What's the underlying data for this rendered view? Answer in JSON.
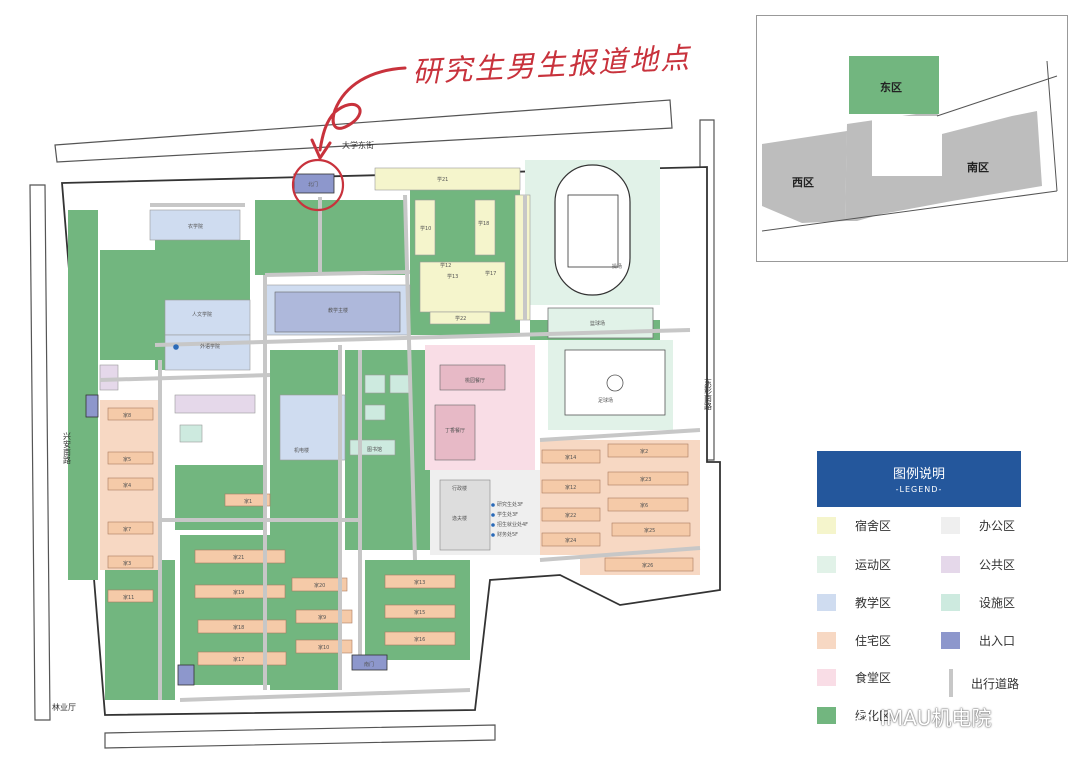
{
  "annotation": {
    "text": "研究生男生报道地点"
  },
  "streets": {
    "north": "大学东街",
    "west": "兴安南路",
    "east": "东影南路",
    "southwest": "林业厅"
  },
  "map_labels": {
    "north_gate": "北门",
    "south_gate": "南门",
    "student_dorm": "学21",
    "dorm_2": "学10",
    "dorm_3": "学12",
    "dorm_4": "学13",
    "dorm_5": "学17",
    "dorm_6": "学22",
    "dorm_7": "学18",
    "track": "操场",
    "basketball": "篮球场",
    "football": "足球场",
    "teaching_main": "教学主楼",
    "humanities": "人文学院",
    "foreign": "外语学院",
    "north_hall": "农学院",
    "canteen1": "桃园餐厅",
    "canteen2": "丁香餐厅",
    "library": "图书馆",
    "admin": "行政楼",
    "report_office": "研究生处3F",
    "report_floor1": "学生处3F",
    "report_floor2": "招生就业处4F",
    "report_floor3": "财务处5F",
    "info_building": "逸夫楼",
    "office_bldg": "机电楼",
    "res_1": "家1",
    "res_2": "家2",
    "res_3": "家3",
    "res_4": "家4",
    "res_5": "家5",
    "res_6": "家6",
    "res_7": "家7",
    "res_8": "家8",
    "res_9": "家9",
    "res_10": "家10",
    "res_11": "家11",
    "res_12": "家12",
    "res_13": "家13",
    "res_14": "家14",
    "res_15": "家15",
    "res_16": "家16",
    "res_17": "家17",
    "res_18": "家18",
    "res_19": "家19",
    "res_20": "家20",
    "res_21": "家21",
    "res_22": "家22",
    "res_23": "家23",
    "res_24": "家24",
    "res_25": "家25",
    "res_26": "家26"
  },
  "legend": {
    "title": "图例说明",
    "subtitle": "-LEGEND-",
    "items": [
      {
        "label": "宿舍区",
        "color": "#f5f5cc"
      },
      {
        "label": "办公区",
        "color": "#efefef"
      },
      {
        "label": "运动区",
        "color": "#e1f2e8"
      },
      {
        "label": "公共区",
        "color": "#e5d8ea"
      },
      {
        "label": "教学区",
        "color": "#cfdcf0"
      },
      {
        "label": "设施区",
        "color": "#cdeadf"
      },
      {
        "label": "住宅区",
        "color": "#f7d8c3"
      },
      {
        "label": "出入口",
        "color": "#8d97cc"
      },
      {
        "label": "食堂区",
        "color": "#f9dde6"
      },
      {
        "label": "出行道路",
        "color": "#c7c7c7"
      },
      {
        "label": "绿化区",
        "color": "#72b67f"
      }
    ]
  },
  "inset": {
    "east": "东区",
    "west": "西区",
    "south": "南区"
  },
  "watermark": {
    "text": "IMAU机电院"
  }
}
